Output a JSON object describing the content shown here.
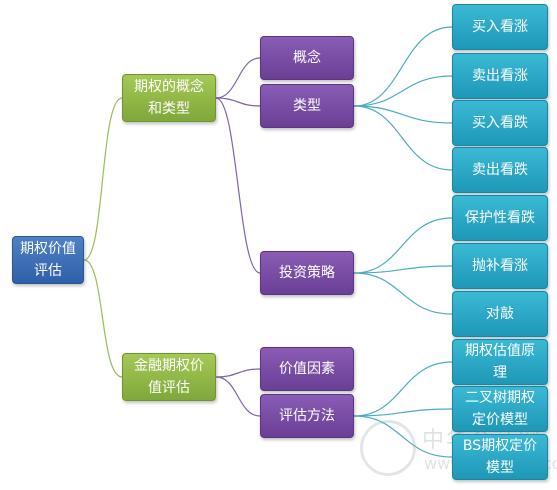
{
  "root": {
    "label": "期权价值\n评估"
  },
  "branches": {
    "concept_types": {
      "label": "期权的概念\n和类型"
    },
    "financial_valuation": {
      "label": "金融期权价\n值评估"
    }
  },
  "topics": {
    "concept": {
      "label": "概念"
    },
    "types": {
      "label": "类型"
    },
    "strategy": {
      "label": "投资策略"
    },
    "factors": {
      "label": "价值因素"
    },
    "methods": {
      "label": "评估方法"
    }
  },
  "leaves": {
    "buy_call": {
      "label": "买入看涨"
    },
    "sell_call": {
      "label": "卖出看涨"
    },
    "buy_put": {
      "label": "买入看跌"
    },
    "sell_put": {
      "label": "卖出看跌"
    },
    "protective_put": {
      "label": "保护性看跌"
    },
    "covered_call": {
      "label": "抛补看涨"
    },
    "straddle": {
      "label": "对敲"
    },
    "valuation_principle": {
      "label": "期权估值原\n理"
    },
    "binomial_model": {
      "label": "二叉树期权\n定价模型"
    },
    "bs_model": {
      "label": "BS期权定价\n模型"
    }
  },
  "watermark": {
    "text": "中华会计网",
    "sub": "www.chinaacc.com"
  },
  "colors": {
    "root": "#3a6db5",
    "level1": "#8db246",
    "level2": "#77489f",
    "level3": "#2aa6c4",
    "link_green": "#9bbb59",
    "link_purple": "#7f65a8",
    "link_teal": "#4bacc6"
  }
}
